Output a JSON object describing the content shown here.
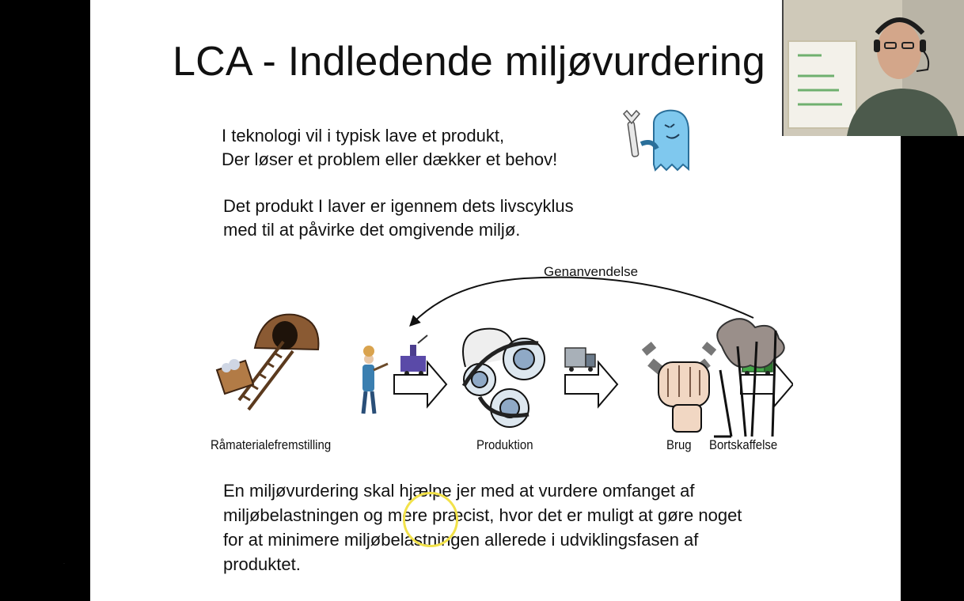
{
  "slide": {
    "title": "LCA - Indledende miljøvurdering",
    "intro_lines": [
      "I teknologi vil i typisk lave et produkt,",
      "Der løser et problem eller dækker et behov!"
    ],
    "impact_lines": [
      "Det produkt I laver er igennem dets livscyklus",
      "med til at påvirke det omgivende miljø."
    ],
    "conclusion_lines": [
      "En miljøvurdering skal hjælpe jer med at vurdere omfanget af",
      "miljøbelastningen og mere præcist, hvor det er muligt at gøre noget",
      "for at minimere miljøbelastningen allerede i udviklingsfasen af",
      "produktet."
    ]
  },
  "diagram": {
    "cycle_label": "Genanvendelse",
    "stages": [
      "Råmaterialefremstilling",
      "Produktion",
      "Brug",
      "Bortskaffelse"
    ]
  },
  "colors": {
    "ghost": "#7fc8ee",
    "highlight_ring": "#f2e24a",
    "background": "#000000",
    "slide": "#ffffff"
  },
  "icons": [
    "wrench-ghost-icon",
    "mining-icon",
    "gears-icon",
    "fist-wrench-icon",
    "smokestack-icon",
    "factory-truck-icon",
    "delivery-truck-icon",
    "garbage-truck-icon"
  ]
}
